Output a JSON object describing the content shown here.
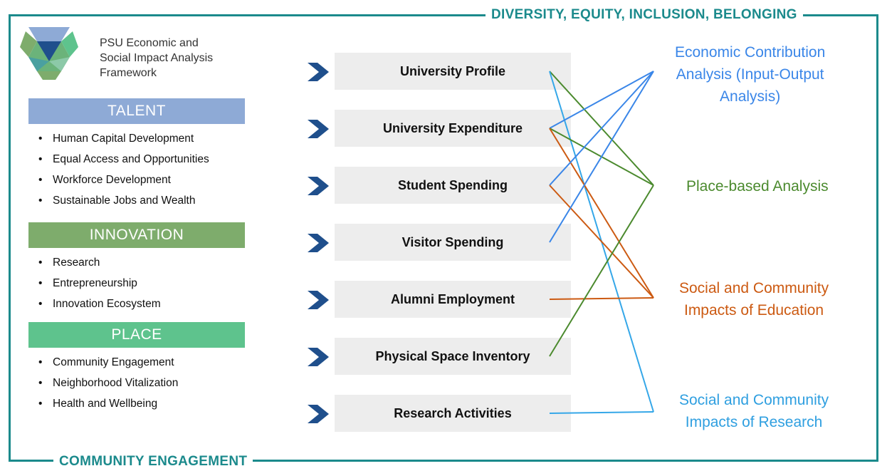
{
  "frame": {
    "top_label": "DIVERSITY, EQUITY, INCLUSION, BELONGING",
    "bottom_label": "COMMUNITY ENGAGEMENT",
    "color": "#1b8a8c"
  },
  "logo": {
    "icon": "hexagon-triangle-logo-icon",
    "lines": [
      "PSU Economic and",
      "Social Impact Analysis",
      "Framework"
    ]
  },
  "sections": [
    {
      "title": "TALENT",
      "color": "#8eaad6",
      "items": [
        "Human Capital Development",
        "Equal Access and Opportunities",
        "Workforce Development",
        "Sustainable Jobs and Wealth"
      ]
    },
    {
      "title": "INNOVATION",
      "color": "#7eac6c",
      "items": [
        "Research",
        "Entrepreneurship",
        "Innovation Ecosystem"
      ]
    },
    {
      "title": "PLACE",
      "color": "#5ec38d",
      "items": [
        "Community Engagement",
        "Neighborhood Vitalization",
        "Health and Wellbeing"
      ]
    }
  ],
  "inputs": [
    {
      "label": "University Profile",
      "icon": "chevron-right-icon"
    },
    {
      "label": "University Expenditure",
      "icon": "chevron-right-icon"
    },
    {
      "label": "Student Spending",
      "icon": "chevron-right-icon"
    },
    {
      "label": "Visitor Spending",
      "icon": "chevron-right-icon"
    },
    {
      "label": "Alumni Employment",
      "icon": "chevron-right-icon"
    },
    {
      "label": "Physical Space Inventory",
      "icon": "chevron-right-icon"
    },
    {
      "label": "Research Activities",
      "icon": "chevron-right-icon"
    }
  ],
  "outcomes": [
    {
      "lines": [
        "Economic Contribution",
        "Analysis (Input-Output",
        "Analysis)"
      ],
      "color": "#3a86e8"
    },
    {
      "lines": [
        "Place-based Analysis"
      ],
      "color": "#4b8a2e"
    },
    {
      "lines": [
        "Social and Community",
        "Impacts of Education"
      ],
      "color": "#cc5a12"
    },
    {
      "lines": [
        "Social and Community",
        "Impacts of Research"
      ],
      "color": "#2f9fe0"
    }
  ],
  "connections": [
    {
      "from": 0,
      "to": 1,
      "color": "#4b8a2e"
    },
    {
      "from": 0,
      "to": 3,
      "color": "#35a7e8"
    },
    {
      "from": 1,
      "to": 0,
      "color": "#3a86e8"
    },
    {
      "from": 1,
      "to": 1,
      "color": "#4b8a2e"
    },
    {
      "from": 1,
      "to": 2,
      "color": "#cc5a12"
    },
    {
      "from": 2,
      "to": 0,
      "color": "#3a86e8"
    },
    {
      "from": 2,
      "to": 2,
      "color": "#cc5a12"
    },
    {
      "from": 3,
      "to": 0,
      "color": "#3a86e8"
    },
    {
      "from": 4,
      "to": 2,
      "color": "#cc5a12"
    },
    {
      "from": 5,
      "to": 1,
      "color": "#4b8a2e"
    },
    {
      "from": 6,
      "to": 3,
      "color": "#35a7e8"
    }
  ]
}
